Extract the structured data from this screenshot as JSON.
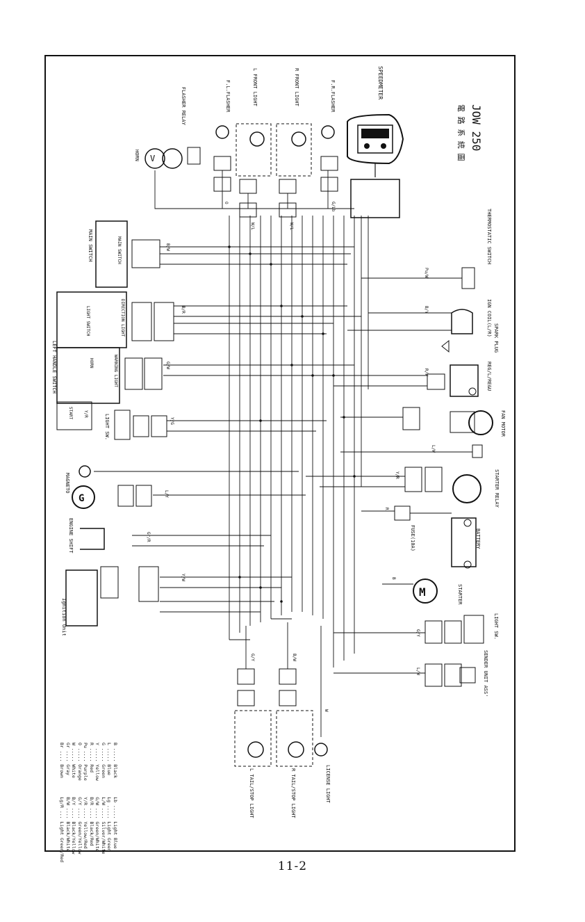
{
  "title": "JOW 250",
  "title_cjk": "電 路 系 統 圖",
  "page_number": "11-2",
  "components": {
    "speedometer": "SPEEDMETER",
    "fr_flasher": "F.R.FLASHER",
    "r_front_light": "R FRONT LIGHT",
    "l_front_light": "L FRONT LIGHT",
    "fl_flasher": "F.L.FLASHER",
    "flasher_relay": "FLASHER RELAY",
    "horn": "HORN",
    "main_switch": "MAIN SWITCH",
    "left_handle_switch": "LEFT HANDLE SWITCH",
    "light_sw_left": "LIGHT SW.",
    "magneto": "MAGNETO",
    "engine_shift": "ENGINE SHIFT",
    "ignition_unit": "Ignition Unit",
    "thermostatic_switch": "THERMOSTATIC SWITCH",
    "ign_coil": "IGN COIL(L/R)",
    "spark_plug": "SPARK PLUG",
    "regulator": "REG/L/RE&U",
    "fan_motor": "FAN MOTOR",
    "starter_relay": "STARTER RELAY",
    "fuse": "FUSE(10A)",
    "battery": "BATTERY",
    "starter": "STARTER",
    "light_sw_right": "LIGHT SW.",
    "sender_unit": "SENDER UNIT ASS'",
    "l_tail_stop": "L TAIL/STOP LIGHT",
    "r_tail_stop": "R TAIL/STOP LIGHT",
    "license_light": "LICENSE LIGHT"
  },
  "switch_blocks": {
    "main_switch_label": "MAIN SWITCH",
    "direction_light": "DIRECTION LIGHT",
    "light_switch": "LIGHT SWITCH",
    "warning_light": "WARNING LIGHT",
    "horn": "HORN",
    "start": "START"
  },
  "wire_codes": {
    "fr_flasher": "G/Lb",
    "r_front": "W/L",
    "l_front": "W/L",
    "fl_flasher": "O",
    "main_sw": "B/W",
    "direction": "B/R",
    "warning": "G/W",
    "start_btn": "Y/R",
    "light_sw": "Y/G",
    "thermo": "Pu/W",
    "ign": "B/Y",
    "reg": "R/W",
    "fan": "L/W",
    "starter_relay": "Y/R",
    "fuse": "R",
    "starter": "B",
    "light_sw_r": "G/Y",
    "sender": "L/W",
    "magneto": "L/Y",
    "engine_shift": "Gr/R",
    "ignition_unit": "Y/W",
    "l_tail": "G/Y",
    "r_tail": "B/W",
    "license": "W"
  },
  "legend": [
    "B ..... Black       Lb ..... Light Blue",
    "L ..... Blue        Lg ..... Light Green",
    "G ..... Green       L/W .... Silver/White",
    "Y ..... Yellow      G/W .... Green/White",
    "R ..... Red         B/R .... Black/Red",
    "Pu .... Purple      Y/R .... Yellow/Red",
    "O ..... Orange      G/Y .... Green/Yellow",
    "W ..... White       B/Y .... Black/Yellow",
    "Gr .... Gray        B/W .... Black/White",
    "Br .... Brown       Lg/R ... Light Green/Red"
  ]
}
